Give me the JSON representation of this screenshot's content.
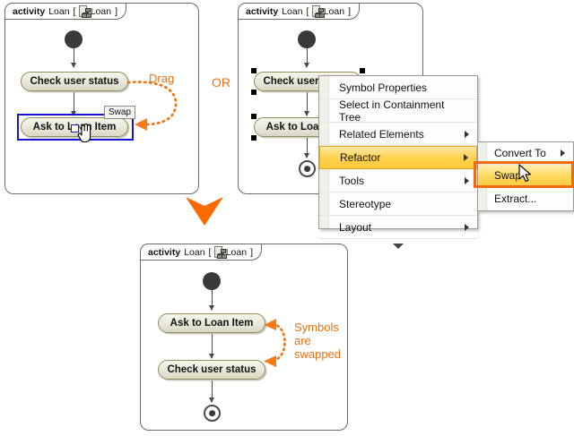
{
  "panels": {
    "before": {
      "header": {
        "keyword": "activity",
        "name": "Loan",
        "bracket_open": "[",
        "icon": "activity-diagram-icon",
        "inner_name": "Loan",
        "bracket_close": "]"
      },
      "nodes": [
        {
          "label": "Check user status",
          "selected": false
        },
        {
          "label": "Ask to Loan Item",
          "selected": true
        }
      ],
      "tooltip": "Swap",
      "cursor": "grab-hand-cursor"
    },
    "menu_panel": {
      "header": {
        "keyword": "activity",
        "name": "Loan",
        "bracket_open": "[",
        "icon": "activity-diagram-icon",
        "inner_name": "Loan",
        "bracket_close": "]"
      },
      "nodes": [
        {
          "label": "Check user status",
          "selected": true
        },
        {
          "label": "Ask to Loan Item",
          "selected": true
        }
      ]
    },
    "after": {
      "header": {
        "keyword": "activity",
        "name": "Loan",
        "bracket_open": "[",
        "icon": "activity-diagram-icon",
        "inner_name": "Loan",
        "bracket_close": "]"
      },
      "nodes": [
        {
          "label": "Ask to Loan Item",
          "selected": false
        },
        {
          "label": "Check user status",
          "selected": false
        }
      ]
    }
  },
  "annotations": {
    "drag": "Drag",
    "or": "OR",
    "result": "Symbols\nare\nswapped",
    "accent_color": "#f07010",
    "arrow_color": "#ff6a00"
  },
  "context_menu": {
    "items": [
      {
        "label": "Symbol Properties",
        "has_submenu": false,
        "highlighted": false
      },
      {
        "label": "Select in Containment Tree",
        "has_submenu": false,
        "highlighted": false
      },
      {
        "label": "Related Elements",
        "has_submenu": true,
        "highlighted": false
      },
      {
        "label": "Refactor",
        "has_submenu": true,
        "highlighted": true
      },
      {
        "label": "Tools",
        "has_submenu": true,
        "highlighted": false
      },
      {
        "label": "Stereotype",
        "has_submenu": false,
        "highlighted": false
      },
      {
        "label": "Layout",
        "has_submenu": true,
        "highlighted": false
      }
    ],
    "more_indicator": "scroll-down-chevron"
  },
  "submenu": {
    "items": [
      {
        "label": "Convert To",
        "has_submenu": true,
        "highlighted": false
      },
      {
        "label": "Swap",
        "has_submenu": false,
        "highlighted": true
      },
      {
        "label": "Extract...",
        "has_submenu": false,
        "highlighted": false
      }
    ],
    "cursor": "arrow-cursor",
    "callout_color": "#f06a12"
  }
}
